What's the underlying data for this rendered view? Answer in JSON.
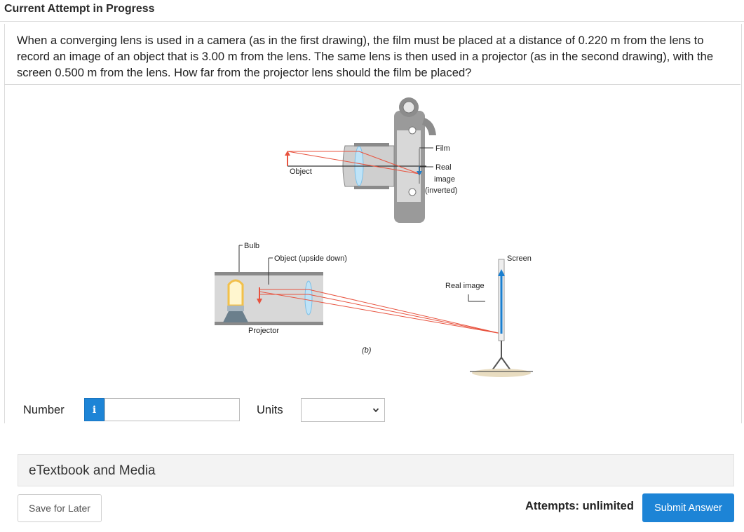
{
  "header": {
    "title": "Current Attempt in Progress"
  },
  "question": {
    "text": "When a converging lens is used in a camera (as in the first drawing), the film must be placed at a distance of 0.220 m from the lens to record an image of an object that is 3.00 m from the lens. The same lens is then used in a projector (as in the second drawing), with the screen 0.500 m from the lens. How far from the projector lens should the film be placed?"
  },
  "figure": {
    "camera": {
      "film_label": "Film",
      "object_label": "Object",
      "real_image_label_1": "Real",
      "real_image_label_2": "image",
      "real_image_label_3": "(inverted)"
    },
    "projector": {
      "bulb_label": "Bulb",
      "object_label": "Object (upside down)",
      "projector_label": "Projector",
      "screen_label": "Screen",
      "real_image_label": "Real image",
      "part_label": "(b)"
    },
    "colors": {
      "ray": "#e8533f",
      "image_arrow": "#1a7fd0",
      "body": "#d9d9d9"
    }
  },
  "answer": {
    "number_label": "Number",
    "info_icon": "i",
    "number_value": "",
    "units_label": "Units",
    "units_selected": ""
  },
  "etextbook": {
    "label": "eTextbook and Media"
  },
  "footer": {
    "save_label": "Save for Later",
    "attempts_text": "Attempts: unlimited",
    "submit_label": "Submit Answer"
  },
  "colors": {
    "accent": "#1d84d6"
  }
}
